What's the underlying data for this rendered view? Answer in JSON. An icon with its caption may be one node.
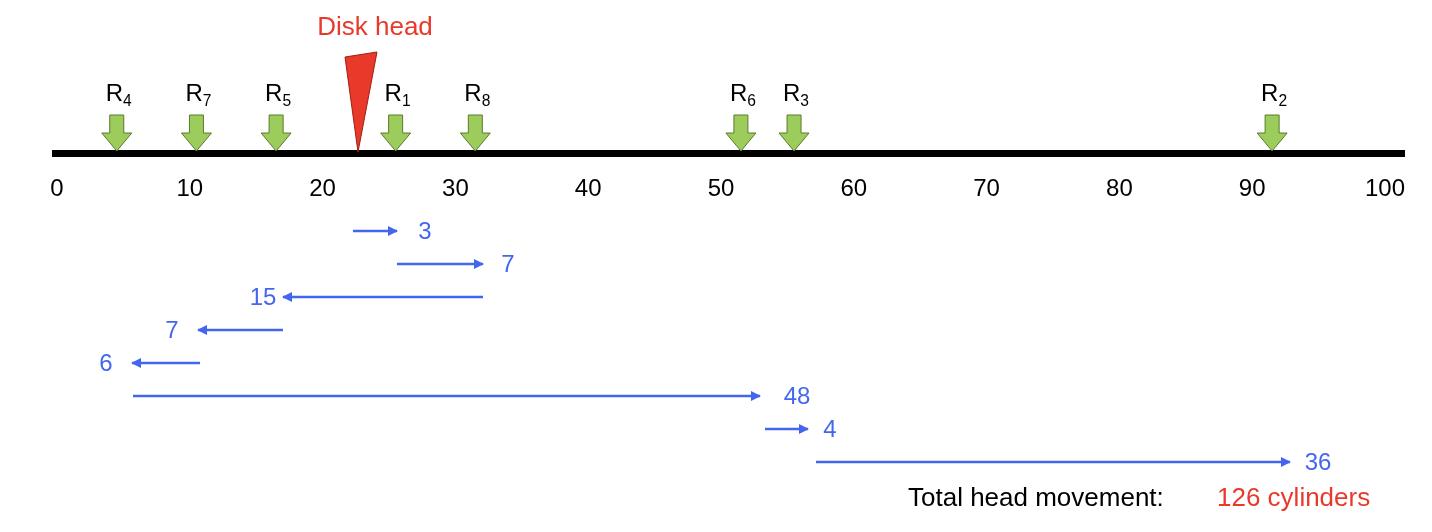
{
  "diagram": {
    "nodes": [
      {
        "text": [
          "Disk head"
        ]
      }
    ],
    "labels": [
      "R$_{4}$",
      "R$_{7}$",
      "R$_{5}$",
      "R$_{1}$",
      "R$_{8}$",
      "R$_{6}$",
      "R$_{3}$",
      "R$_{2}$",
      "0",
      "10",
      "20",
      "30",
      "40",
      "50",
      "60",
      "70",
      "80",
      "90",
      "100",
      "3",
      "7",
      "15",
      "7",
      "6",
      "48",
      "4",
      "36",
      "Total head movement:",
      "126 cylinders"
    ]
  }
}
